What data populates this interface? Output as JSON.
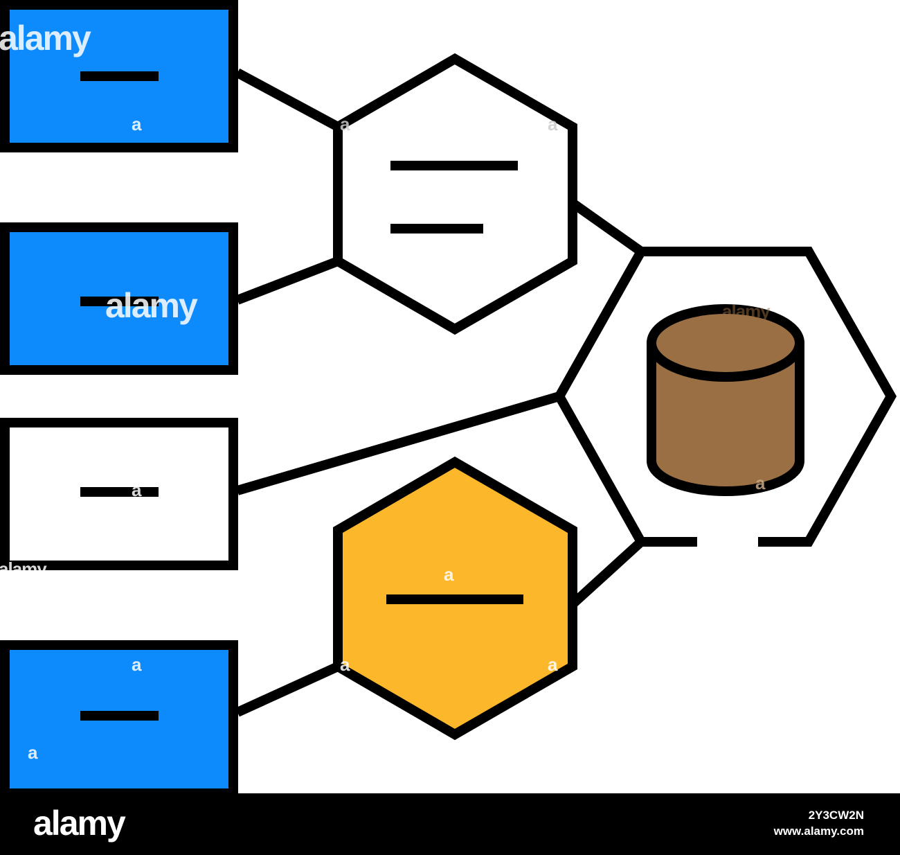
{
  "colors": {
    "stroke": "#000000",
    "blue_fill": "#0d8bfd",
    "white_fill": "#ffffff",
    "yellow_fill": "#fdb72b",
    "brown_fill": "#9a6f44",
    "watermark": "#ffffff",
    "footer_bg": "#000000"
  },
  "diagram": {
    "boxes": [
      {
        "id": "box-1",
        "fill": "blue_fill"
      },
      {
        "id": "box-2",
        "fill": "blue_fill"
      },
      {
        "id": "box-3",
        "fill": "white_fill"
      },
      {
        "id": "box-4",
        "fill": "blue_fill"
      }
    ],
    "hexagons": [
      {
        "id": "hex-top",
        "fill": "white_fill",
        "text_lines": 2
      },
      {
        "id": "hex-center",
        "fill": "white_fill",
        "contains": "database-icon"
      },
      {
        "id": "hex-bottom",
        "fill": "yellow_fill",
        "text_lines": 1
      }
    ],
    "connections": [
      {
        "from": "box-1",
        "to": "hex-top"
      },
      {
        "from": "box-2",
        "to": "hex-top"
      },
      {
        "from": "hex-top",
        "to": "hex-center"
      },
      {
        "from": "box-3",
        "to": "hex-center"
      },
      {
        "from": "box-4",
        "to": "hex-bottom"
      },
      {
        "from": "hex-bottom",
        "to": "hex-center"
      }
    ]
  },
  "watermark": {
    "text": "alamy",
    "mark": "a"
  },
  "footer": {
    "logo": "alamy",
    "image_id": "2Y3CW2N",
    "url": "www.alamy.com"
  }
}
